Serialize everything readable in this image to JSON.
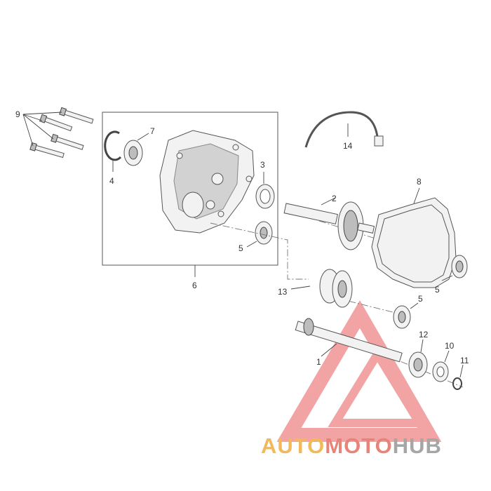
{
  "diagram": {
    "labels": {
      "l1": "1",
      "l2": "2",
      "l3": "3",
      "l4": "4",
      "l5a": "5",
      "l5b": "5",
      "l5c": "5",
      "l6": "6",
      "l7": "7",
      "l8": "8",
      "l9": "9",
      "l10": "10",
      "l11": "11",
      "l12": "12",
      "l13": "13",
      "l14": "14"
    }
  },
  "watermark": {
    "part1": "AUTO",
    "part2": "MOTO",
    "part3": "HUB",
    "colors": {
      "part1": "#f2b95a",
      "part2": "#e8837a",
      "part3": "#a6a6a6",
      "triangle": "#e85a5a"
    }
  }
}
